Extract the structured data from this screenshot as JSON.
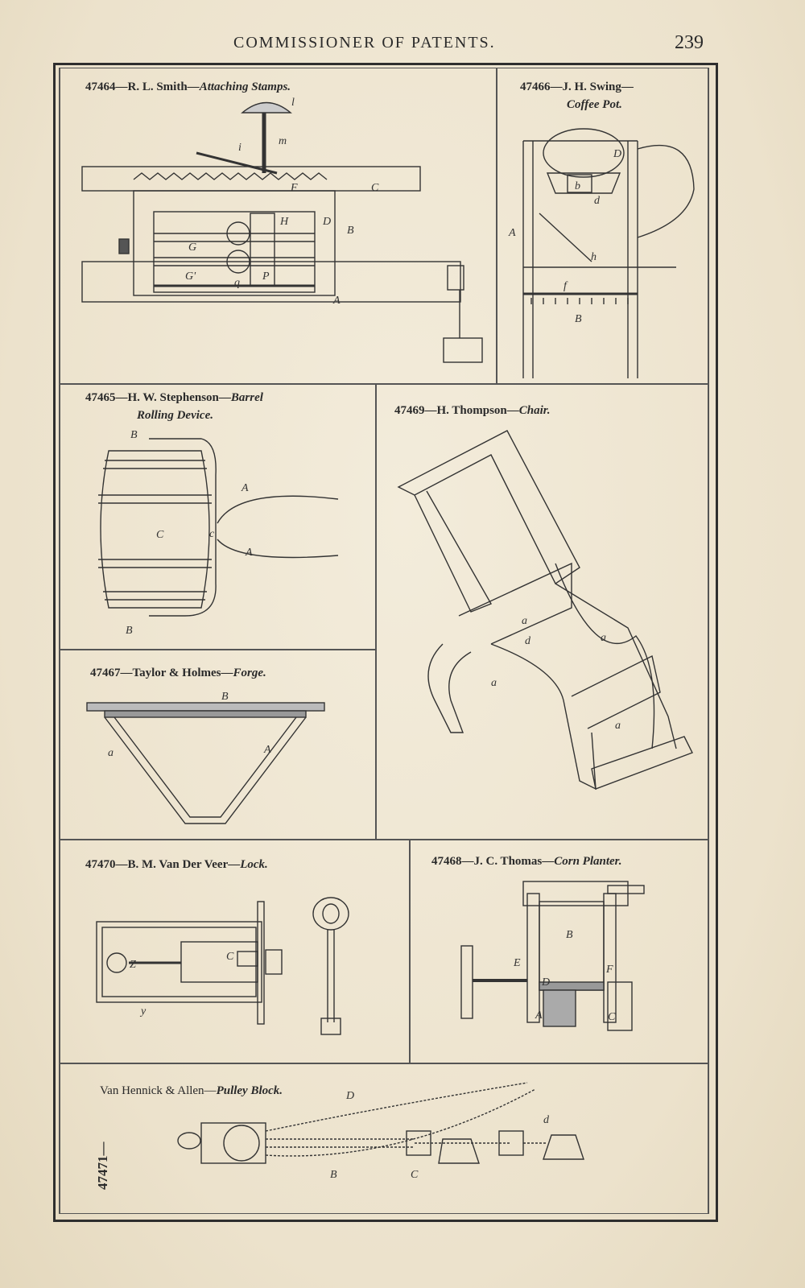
{
  "header": {
    "running_head": "COMMISSIONER OF PATENTS.",
    "page_number": "239"
  },
  "patents": {
    "p47464": {
      "number": "47464",
      "inventor": "—R. L. Smith—",
      "title": "Attaching Stamps."
    },
    "p47466": {
      "number": "47466",
      "inventor": "—J. H. Swing—",
      "title": "Coffee Pot."
    },
    "p47465": {
      "number": "47465",
      "inventor": "—H. W. Stephenson—",
      "title_line1": "Barrel",
      "title_line2": "Rolling Device."
    },
    "p47469": {
      "number": "47469",
      "inventor": "—H. Thompson—",
      "title": "Chair."
    },
    "p47467": {
      "number": "47467",
      "inventor": "—Taylor & Holmes—",
      "title": "Forge."
    },
    "p47470": {
      "number": "47470",
      "inventor": "—B. M. Van Der Veer—",
      "title": "Lock."
    },
    "p47468": {
      "number": "47468",
      "inventor": "—J. C. Thomas—",
      "title": "Corn Planter."
    },
    "p47471": {
      "number": "47471—",
      "inventor": "Van Hennick & Allen—",
      "title": "Pulley Block."
    }
  },
  "figure_labels": {
    "stamps": [
      "l",
      "m",
      "i",
      "F",
      "C",
      "H",
      "D",
      "B",
      "G",
      "G'",
      "q",
      "P",
      "A"
    ],
    "coffee": [
      "D",
      "b",
      "d",
      "A",
      "h",
      "f",
      "B"
    ],
    "barrel": [
      "B",
      "C",
      "c",
      "A",
      "A",
      "B"
    ],
    "chair": [
      "a",
      "d",
      "a",
      "a",
      "a"
    ],
    "forge": [
      "B",
      "a",
      "A"
    ],
    "lock": [
      "Z",
      "C",
      "y"
    ],
    "planter": [
      "B",
      "E",
      "F",
      "D",
      "A",
      "C"
    ],
    "pulley": [
      "D",
      "B",
      "C",
      "d"
    ]
  }
}
